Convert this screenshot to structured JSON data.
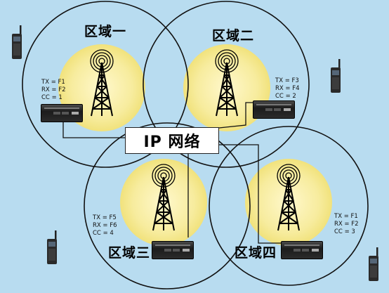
{
  "network": {
    "label": "IP 网络"
  },
  "zones": [
    {
      "name": "区域一",
      "params": [
        "TX = F1",
        "RX = F2",
        "CC = 1"
      ]
    },
    {
      "name": "区域二",
      "params": [
        "TX = F3",
        "RX = F4",
        "CC = 2"
      ]
    },
    {
      "name": "区域三",
      "params": [
        "TX = F5",
        "RX = F6",
        "CC = 4"
      ]
    },
    {
      "name": "区域四",
      "params": [
        "TX = F1",
        "RX = F2",
        "CC = 3"
      ]
    }
  ],
  "colors": {
    "background": "#b8dcf0",
    "coverage": "#f8efb0",
    "ring": "#111111",
    "tower": "#000000"
  },
  "icons": [
    "tower-icon",
    "repeater-icon",
    "radio-icon"
  ]
}
